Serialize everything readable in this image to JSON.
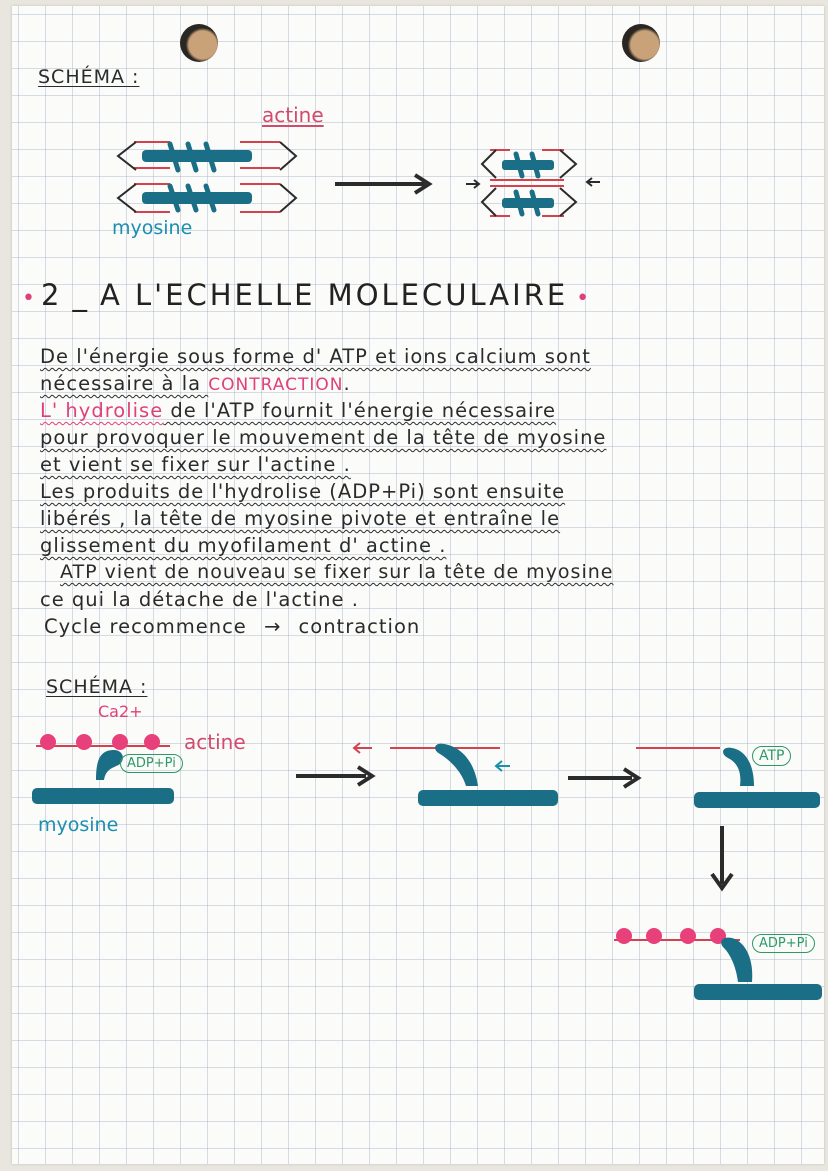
{
  "schema1": {
    "heading": "SCHÉMA :",
    "label_actine": "actine",
    "label_myosine": "myosine"
  },
  "section": {
    "number": "2",
    "title": "A L'ECHELLE MOLECULAIRE"
  },
  "paragraph": {
    "l1": "De l'énergie sous forme d' ATP et ions calcium sont",
    "l2a": "nécessaire à la ",
    "l2b": "CONTRACTION",
    "l2c": ".",
    "l3a": "L' hydrolise",
    "l3b": " de l'ATP fournit l'énergie nécessaire",
    "l4": "pour provoquer le mouvement de la tête de myosine",
    "l5": "et vient se fixer sur l'actine .",
    "l6": "Les produits de l'hydrolise (ADP+Pi) sont ensuite",
    "l7": "libérés , la tête de myosine pivote et entraîne le",
    "l8": "glissement du myofilament d' actine .",
    "l9": "ATP vient de nouveau se fixer sur la tête de myosine",
    "l10": "ce qui la détache de l'actine .",
    "l11a": "Cycle recommence",
    "l11b": "→",
    "l11c": "contraction"
  },
  "schema2": {
    "heading": "SCHÉMA :",
    "calcium": "Ca2+",
    "label_actine": "actine",
    "label_myosine": "myosine",
    "bubble_adp1": "ADP+Pi",
    "bubble_atp": "ATP",
    "bubble_adp2": "ADP+Pi"
  },
  "colors": {
    "teal": "#1a6e86",
    "pink": "#e8407a",
    "red": "#d2434f",
    "green": "#2d9a66",
    "ink": "#2b2b2b"
  }
}
